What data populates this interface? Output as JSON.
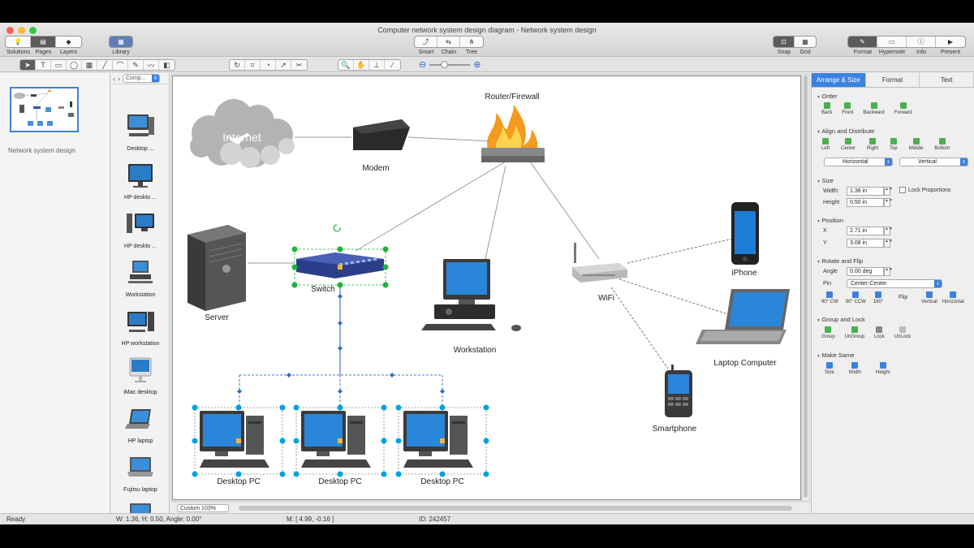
{
  "window": {
    "title": "Computer network system design diagram - Network system design"
  },
  "toolbar_left": [
    "Solutions",
    "Pages",
    "Layers"
  ],
  "library_button": "Library",
  "toolbar_mid": [
    "Smart",
    "Chain",
    "Tree"
  ],
  "toolbar_snap": [
    "Snap",
    "Grid"
  ],
  "toolbar_right": [
    "Format",
    "Hypernote",
    "Info",
    "Present"
  ],
  "pages_panel": {
    "page_name": "Network system design"
  },
  "library": {
    "selected": "Comp...",
    "items": [
      "Desktop ...",
      "HP deskto ...",
      "HP deskto ...",
      "Workstation",
      "HP workstation",
      "iMac desktop",
      "HP laptop",
      "Fujitsu laptop"
    ]
  },
  "diagram": {
    "internet": "Internet",
    "modem": "Modem",
    "router": "Router/Firewall",
    "server": "Server",
    "switch": "Switch",
    "workstation": "Workstation",
    "wifi": "WiFi",
    "iphone": "iPhone",
    "laptop": "Laptop Computer",
    "smartphone": "Smartphone",
    "desktop1": "Desktop PC",
    "desktop2": "Desktop PC",
    "desktop3": "Desktop PC"
  },
  "canvas_bottom": {
    "zoom": "Custom 103%"
  },
  "status": {
    "ready": "Ready",
    "dims": "W: 1.36,  H: 0.50,  Angle: 0.00°",
    "mouse": "M: [ 4.99, -0.16 ]",
    "id": "ID: 242457"
  },
  "panel": {
    "tabs": [
      "Arrange & Size",
      "Format",
      "Text"
    ],
    "order_title": "Order",
    "order_buttons": [
      "Back",
      "Front",
      "Backward",
      "Forward"
    ],
    "align_title": "Align and Distribute",
    "align_buttons": [
      "Left",
      "Center",
      "Right",
      "Top",
      "Middle",
      "Bottom"
    ],
    "distribute_h": "Horizontal",
    "distribute_v": "Vertical",
    "size_title": "Size",
    "width_label": "Width:",
    "width_value": "1.36 in",
    "height_label": "Height",
    "height_value": "0.50 in",
    "lock_proportions": "Lock Proportions",
    "position_title": "Position",
    "x_label": "X",
    "x_value": "2.71 in",
    "y_label": "Y",
    "y_value": "3.08 in",
    "rotate_title": "Rotate and Flip",
    "angle_label": "Angle",
    "angle_value": "0.00 deg",
    "pin_label": "Pin",
    "pin_value": "Center-Center",
    "rotate_buttons": [
      "90° CW",
      "90° CCW",
      "180°"
    ],
    "flip_label": "Flip",
    "flip_buttons": [
      "Vertical",
      "Horizontal"
    ],
    "group_title": "Group and Lock",
    "group_buttons": [
      "Group",
      "UnGroup",
      "Lock",
      "UnLock"
    ],
    "same_title": "Make Same",
    "same_buttons": [
      "Size",
      "Width",
      "Height"
    ]
  },
  "colors": {
    "accent": "#3b82e0",
    "selection": "#1fb33a",
    "group_handles": "#00a3e0"
  }
}
